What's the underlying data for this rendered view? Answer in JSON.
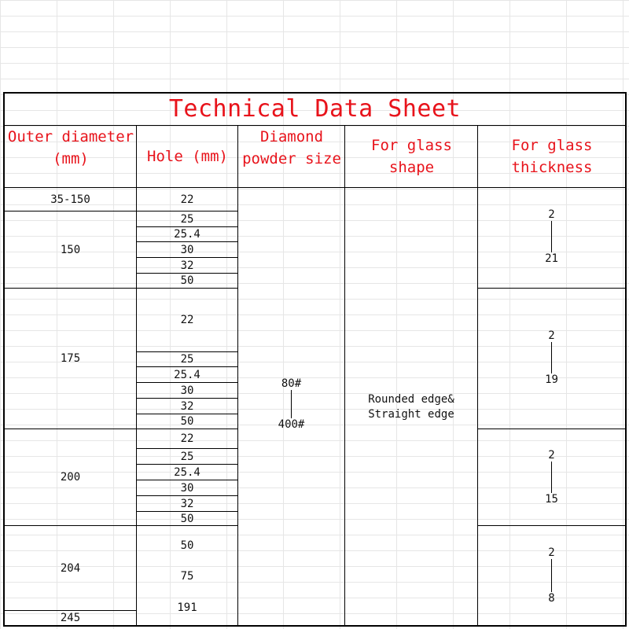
{
  "title": "Technical Data Sheet",
  "headers": {
    "outer_diameter": "Outer diameter (mm)",
    "hole": "Hole (mm)",
    "diamond_powder_size": "Diamond powder size",
    "glass_shape": "For glass shape",
    "glass_thickness": "For glass thickness"
  },
  "outer_diameters": [
    "35-150",
    "150",
    "175",
    "200",
    "204",
    "245"
  ],
  "holes": {
    "d35_150": [
      "22"
    ],
    "d150": [
      "25",
      "25.4",
      "30",
      "32",
      "50"
    ],
    "d175": [
      "22",
      "25",
      "25.4",
      "30",
      "32",
      "50"
    ],
    "d200": [
      "22",
      "25",
      "25.4",
      "30",
      "32",
      "50"
    ],
    "d204_245": [
      "50",
      "75",
      "191"
    ]
  },
  "diamond_powder": {
    "from": "80#",
    "to": "400#"
  },
  "glass_shape": "Rounded edge&\nStraight edge",
  "glass_thickness": [
    {
      "from": "2",
      "to": "21"
    },
    {
      "from": "2",
      "to": "19"
    },
    {
      "from": "2",
      "to": "15"
    },
    {
      "from": "2",
      "to": "8"
    }
  ],
  "colors": {
    "header_text": "#e8131b",
    "border": "#000000",
    "gridline": "#e6e6e6"
  }
}
